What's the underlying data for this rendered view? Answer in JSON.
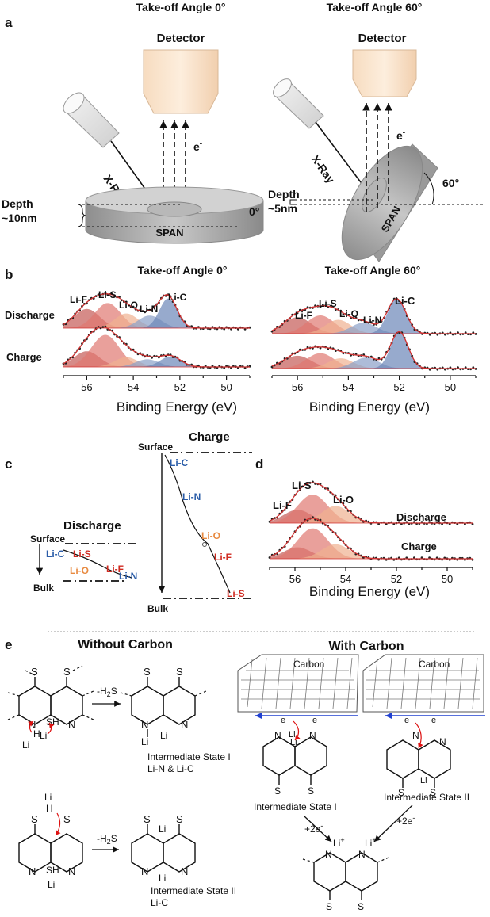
{
  "panel_a": {
    "label": "a",
    "left": {
      "title": "Take-off Angle 0°",
      "detector": "Detector",
      "xray": "X-Ray",
      "electron": "e",
      "electron_sup": "-",
      "depth_label": "Depth",
      "depth_value": "~10nm",
      "sample": "SPAN",
      "angle": "0°"
    },
    "right": {
      "title": "Take-off Angle 60°",
      "detector": "Detector",
      "xray": "X-Ray",
      "electron": "e",
      "electron_sup": "-",
      "depth_label": "Depth",
      "depth_value": "~5nm",
      "sample": "SPAN",
      "angle": "60°"
    }
  },
  "panel_b": {
    "label": "b",
    "left_title": "Take-off Angle 0°",
    "right_title": "Take-off Angle 60°"
  },
  "panel_c": {
    "label": "c",
    "discharge_title": "Discharge",
    "charge_title": "Charge",
    "surface": "Surface",
    "bulk": "Bulk",
    "discharge_species": [
      "Li-C",
      "Li-S",
      "Li-O",
      "Li-F",
      "Li-N"
    ],
    "charge_species": [
      "Li-C",
      "Li-N",
      "Li-O",
      "Li-F",
      "Li-S"
    ]
  },
  "panel_d": {
    "label": "d"
  },
  "panel_e": {
    "label": "e",
    "without_title": "Without Carbon",
    "with_title": "With Carbon",
    "carbon": "Carbon",
    "h2s": "-H",
    "h2s_sub": "2",
    "h2s_tail": "S",
    "int1_title": "Intermediate State I",
    "int1_bonds": "Li-N & Li-C",
    "int2_title": "Intermediate State II",
    "int2_bonds": "Li-C",
    "int1_short": "Intermediate State I",
    "int2_short": "Intermediate State II",
    "plus2e": "+2e",
    "plus2e_sup": "-",
    "li_plus": "Li",
    "plus": "+",
    "atoms": {
      "S": "S",
      "N": "N",
      "Li": "Li",
      "H": "H",
      "SH": "SH",
      "e": "e"
    }
  },
  "colors": {
    "li_f": "#c45a55",
    "li_s": "#e07870",
    "li_o": "#f0b090",
    "li_n": "#8aa0c8",
    "li_c": "#6b86b8",
    "label_red": "#d02a20",
    "label_orange": "#e88a40",
    "label_blue": "#2a5ca8",
    "envelope": "#d03030"
  },
  "chart_data": [
    {
      "type": "area",
      "title": "Take-off Angle 0°",
      "xlabel": "Binding Energy (eV)",
      "ylabel": "",
      "xlim": [
        57,
        49
      ],
      "xticks": [
        56,
        54,
        52,
        50
      ],
      "legend": "none",
      "grid": false,
      "series": [
        {
          "name": "Discharge",
          "components": [
            {
              "label": "Li-F",
              "center": 56.0,
              "height": 0.55,
              "width": 0.55
            },
            {
              "label": "Li-S",
              "center": 55.1,
              "height": 0.72,
              "width": 0.55
            },
            {
              "label": "Li-O",
              "center": 54.3,
              "height": 0.42,
              "width": 0.5
            },
            {
              "label": "Li-N",
              "center": 53.3,
              "height": 0.36,
              "width": 0.5
            },
            {
              "label": "Li-C",
              "center": 52.5,
              "height": 0.85,
              "width": 0.38
            }
          ]
        },
        {
          "name": "Charge",
          "components": [
            {
              "label": "Li-F",
              "center": 56.0,
              "height": 0.45,
              "width": 0.55
            },
            {
              "label": "Li-S",
              "center": 55.2,
              "height": 0.92,
              "width": 0.6
            },
            {
              "label": "Li-O",
              "center": 54.3,
              "height": 0.28,
              "width": 0.5
            },
            {
              "label": "Li-N",
              "center": 53.4,
              "height": 0.22,
              "width": 0.5
            },
            {
              "label": "Li-C",
              "center": 52.4,
              "height": 0.3,
              "width": 0.45
            }
          ]
        }
      ]
    },
    {
      "type": "area",
      "title": "Take-off Angle 60°",
      "xlabel": "Binding Energy (eV)",
      "ylabel": "",
      "xlim": [
        57,
        49
      ],
      "xticks": [
        56,
        54,
        52,
        50
      ],
      "legend": "none",
      "grid": false,
      "series": [
        {
          "name": "Discharge",
          "components": [
            {
              "label": "Li-F",
              "center": 56.0,
              "height": 0.45,
              "width": 0.55
            },
            {
              "label": "Li-S",
              "center": 55.1,
              "height": 0.5,
              "width": 0.55
            },
            {
              "label": "Li-O",
              "center": 54.4,
              "height": 0.38,
              "width": 0.5
            },
            {
              "label": "Li-N",
              "center": 53.4,
              "height": 0.3,
              "width": 0.5
            },
            {
              "label": "Li-C",
              "center": 52.1,
              "height": 0.95,
              "width": 0.36
            }
          ]
        },
        {
          "name": "Charge",
          "components": [
            {
              "label": "Li-F",
              "center": 56.0,
              "height": 0.35,
              "width": 0.55
            },
            {
              "label": "Li-S",
              "center": 55.1,
              "height": 0.42,
              "width": 0.55
            },
            {
              "label": "Li-O",
              "center": 54.3,
              "height": 0.28,
              "width": 0.5
            },
            {
              "label": "Li-N",
              "center": 53.3,
              "height": 0.3,
              "width": 0.5
            },
            {
              "label": "Li-C",
              "center": 52.0,
              "height": 1.0,
              "width": 0.34
            }
          ]
        }
      ]
    },
    {
      "type": "area",
      "title": "",
      "xlabel": "Binding Energy (eV)",
      "ylabel": "",
      "xlim": [
        57,
        49
      ],
      "xticks": [
        56,
        54,
        52,
        50
      ],
      "legend": "none",
      "grid": false,
      "series": [
        {
          "name": "Discharge",
          "components": [
            {
              "label": "Li-F",
              "center": 55.9,
              "height": 0.35,
              "width": 0.55
            },
            {
              "label": "Li-S",
              "center": 55.3,
              "height": 0.75,
              "width": 0.6
            },
            {
              "label": "Li-O",
              "center": 54.4,
              "height": 0.45,
              "width": 0.55
            }
          ]
        },
        {
          "name": "Charge",
          "components": [
            {
              "label": "Li-F",
              "center": 55.9,
              "height": 0.3,
              "width": 0.55
            },
            {
              "label": "Li-S",
              "center": 55.3,
              "height": 0.8,
              "width": 0.6
            },
            {
              "label": "Li-O",
              "center": 54.4,
              "height": 0.38,
              "width": 0.55
            }
          ]
        }
      ]
    }
  ]
}
